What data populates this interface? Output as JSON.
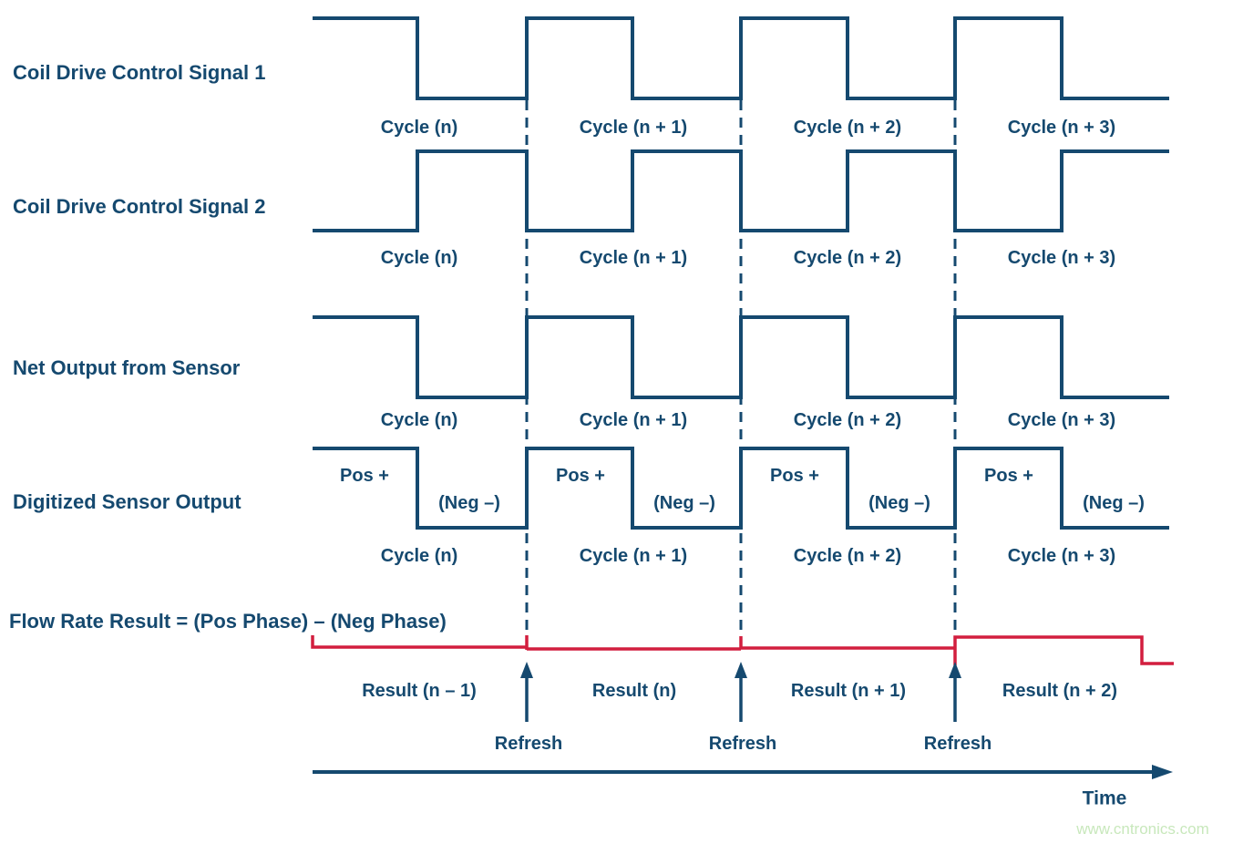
{
  "colors": {
    "signal_blue": "#15496f",
    "result_red": "#d21e3e",
    "watermark_green": "#c8e8bc"
  },
  "rows": [
    {
      "label": "Coil Drive Control Signal 1",
      "waveform": "square, high first half of each cycle then low",
      "cycles": [
        "Cycle (n)",
        "Cycle (n + 1)",
        "Cycle (n + 2)",
        "Cycle (n + 3)"
      ]
    },
    {
      "label": "Coil Drive Control Signal 2",
      "waveform": "square, low first half of each cycle then high (inverse of signal 1)",
      "cycles": [
        "Cycle (n)",
        "Cycle (n + 1)",
        "Cycle (n + 2)",
        "Cycle (n + 3)"
      ]
    },
    {
      "label": "Net Output from Sensor",
      "waveform": "square, high first half of each cycle then low",
      "cycles": [
        "Cycle (n)",
        "Cycle (n + 1)",
        "Cycle (n + 2)",
        "Cycle (n + 3)"
      ]
    },
    {
      "label": "Digitized Sensor Output",
      "waveform": "square, positive phase first half of each cycle, negative phase second half",
      "cycles": [
        "Cycle (n)",
        "Cycle (n + 1)",
        "Cycle (n + 2)",
        "Cycle (n + 3)"
      ],
      "pos_label": "Pos +",
      "neg_label": "(Neg –)"
    }
  ],
  "flow": {
    "label": "Flow Rate Result = (Pos Phase) – (Neg Phase)",
    "trace": "red stepped line, value updates with small up-tick at each refresh, steps up after third refresh then steps down near end",
    "results": [
      "Result (n – 1)",
      "Result (n)",
      "Result (n + 1)",
      "Result (n + 2)"
    ],
    "refresh_label": "Refresh",
    "refresh_count": 3
  },
  "axis": {
    "time_label": "Time"
  },
  "watermark": "www.cntronics.com"
}
